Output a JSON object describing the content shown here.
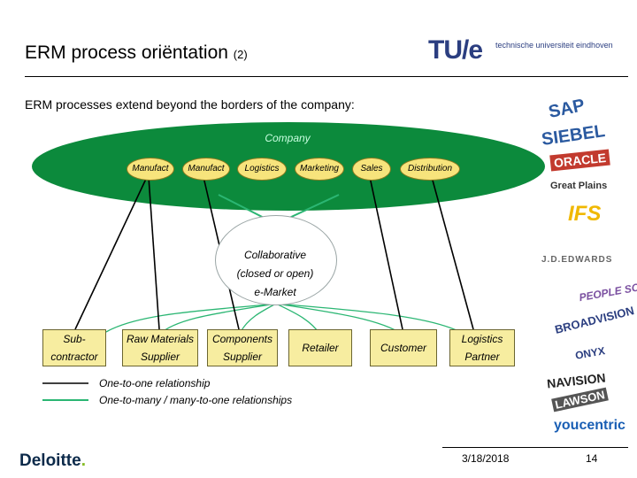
{
  "slide": {
    "title_main": "ERM process oriëntation ",
    "title_suffix": "(2)",
    "subtitle": "ERM processes extend beyond the borders of the company:",
    "date": "3/18/2018",
    "page_number": "14"
  },
  "header_logo": {
    "mark": "TU/e",
    "tagline": "technische universiteit eindhoven"
  },
  "footer_logo": {
    "name": "Deloitte",
    "dot": "."
  },
  "diagram": {
    "company_label": "Company",
    "departments": [
      "Manufact",
      "Manufact",
      "Logistics",
      "Marketing",
      "Sales",
      "Distribution"
    ],
    "emarket": {
      "line1": "Collaborative",
      "line2": "(closed or open)",
      "line3": "e-Market"
    },
    "entities": [
      {
        "line1": "Sub-",
        "line2": "contractor"
      },
      {
        "line1": "Raw Materials",
        "line2": "Supplier"
      },
      {
        "line1": "Components",
        "line2": "Supplier"
      },
      {
        "line1": "Retailer",
        "line2": ""
      },
      {
        "line1": "Customer",
        "line2": ""
      },
      {
        "line1": "Logistics",
        "line2": "Partner"
      }
    ],
    "legend": [
      {
        "label": "One-to-one relationship",
        "color": "#000000"
      },
      {
        "label": "One-to-many / many-to-one relationships",
        "color": "#2bb673"
      }
    ]
  },
  "vendor_logos": [
    "SAP",
    "SIEBEL",
    "ORACLE",
    "Great Plains",
    "IFS",
    "J.D.EDWARDS",
    "PEOPLE SOFT",
    "BROADVISION",
    "ONYX",
    "NAVISION",
    "LAWSON",
    "youcentric"
  ],
  "colors": {
    "company_ellipse": "#0c8a3c",
    "department_fill": "#f7e47c",
    "entity_fill": "#f7eda0",
    "green_line": "#2bb673",
    "tue_blue": "#2b3e80"
  }
}
